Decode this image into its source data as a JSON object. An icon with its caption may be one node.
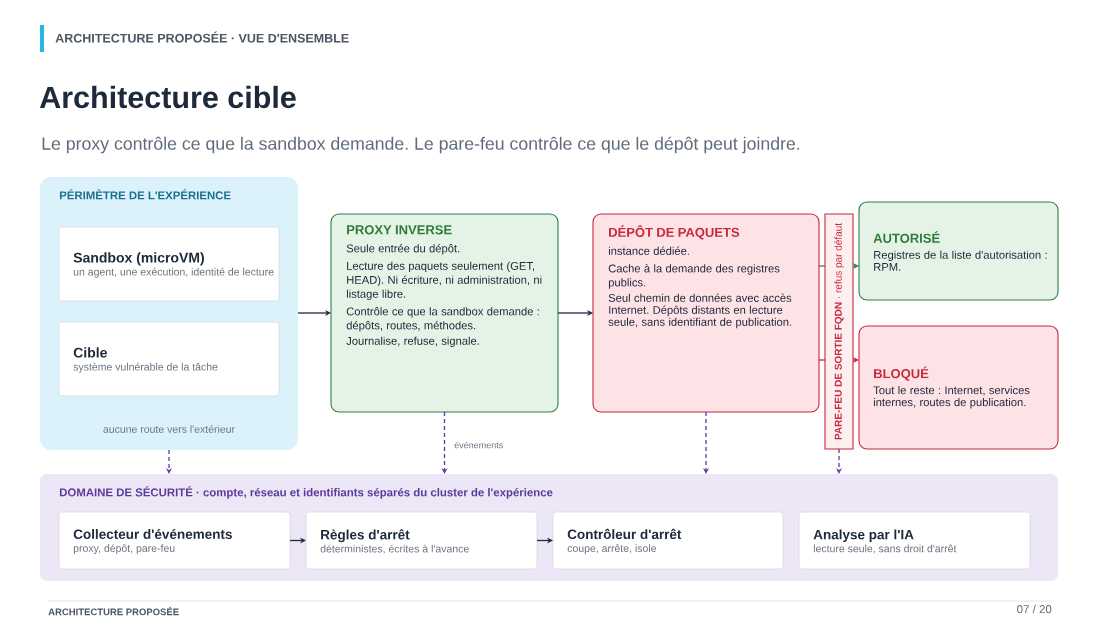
{
  "diagram": {
    "title": "Architecture cible",
    "nodes": [
      {
        "text": [
          "PÉRIMÈTRE DE L'EXPÉRIENCE",
          "aucune route vers l'extérieur"
        ]
      },
      {
        "text": [
          "Sandbox (microVM)",
          "un agent, une exécution, identité de lecture"
        ],
        "in": 0
      },
      {
        "text": [
          "Cible",
          "système vulnérable de la tâche"
        ],
        "in": 0
      },
      {
        "text": [
          "PROXY INVERSE",
          "Seule entrée du dépôt.",
          "Lecture des paquets seulement (GET, HEAD). Ni écriture, ni administration, ni listage libre.",
          "Contrôle ce que la sandbox demande : dépôts, routes, méthodes.",
          "Journalise, refuse, signale."
        ]
      },
      {
        "text": [
          "DÉPÔT DE PAQUETS",
          "instance dédiée.",
          "Cache à la demande des registres publics.",
          "Seul chemin de données avec accès Internet. Dépôts distants en lecture seule, sans identifiant de publication."
        ]
      },
      {
        "text": [
          "**PARE-FEU DE SORTIE FQDN** · refus par défaut"
        ]
      },
      {
        "text": [
          "AUTORISÉ",
          "Registres de la liste d'autorisation : RPM."
        ]
      },
      {
        "text": [
          "BLOQUÉ",
          "Tout le reste : Internet, services internes, routes de publication."
        ]
      },
      {
        "text": [
          "DOMAINE DE SÉCURITÉ · compte, réseau et identifiants séparés du cluster de l'expérience"
        ]
      },
      {
        "text": [
          "Collecteur d'événements",
          "proxy, dépôt, pare-feu"
        ],
        "in": 8
      },
      {
        "text": [
          "Règles d'arrêt",
          "déterministes, écrites à l'avance"
        ],
        "in": 8
      },
      {
        "text": [
          "Contrôleur d'arrêt",
          "coupe, arrête, isole"
        ],
        "in": 8
      },
      {
        "text": [
          "Analyse par l'IA",
          "lecture seule, sans droit d'arrêt"
        ],
        "in": 8
      }
    ],
    "edges": [
      {
        "from": 0,
        "to": 3,
        "arrow": "to"
      },
      {
        "from": 3,
        "to": 4,
        "arrow": "to"
      },
      {
        "from": 4,
        "to": 5,
        "arrow": "none",
        "color": "#2e7d4a"
      },
      {
        "from": 5,
        "to": 6,
        "arrow": "to",
        "color": "#2e7d4a"
      },
      {
        "from": 4,
        "to": 5,
        "arrow": "none",
        "color": "#c62839"
      },
      {
        "from": 5,
        "to": 7,
        "arrow": "to",
        "color": "#c62839"
      },
      {
        "from": 0,
        "to": 8,
        "arrow": "to",
        "style": "dashed",
        "color": "#5b3a9e"
      },
      {
        "from": 3,
        "to": 8,
        "arrow": "to",
        "style": "dashed",
        "color": "#5b3a9e",
        "label": "événements"
      },
      {
        "from": 4,
        "to": 8,
        "arrow": "to",
        "style": "dashed",
        "color": "#5b3a9e"
      },
      {
        "from": 5,
        "to": 8,
        "arrow": "to",
        "style": "dashed",
        "color": "#5b3a9e"
      },
      {
        "from": 9,
        "to": 10,
        "arrow": "to"
      },
      {
        "from": 10,
        "to": 11,
        "arrow": "to"
      }
    ],
    "labels": [
      "ARCHITECTURE PROPOSÉE · VUE D'ENSEMBLE",
      "Le proxy contrôle ce que la sandbox demande. Le pare-feu contrôle ce que le dépôt peut joindre.",
      "ARCHITECTURE PROPOSÉE",
      "07 / 20"
    ]
  }
}
